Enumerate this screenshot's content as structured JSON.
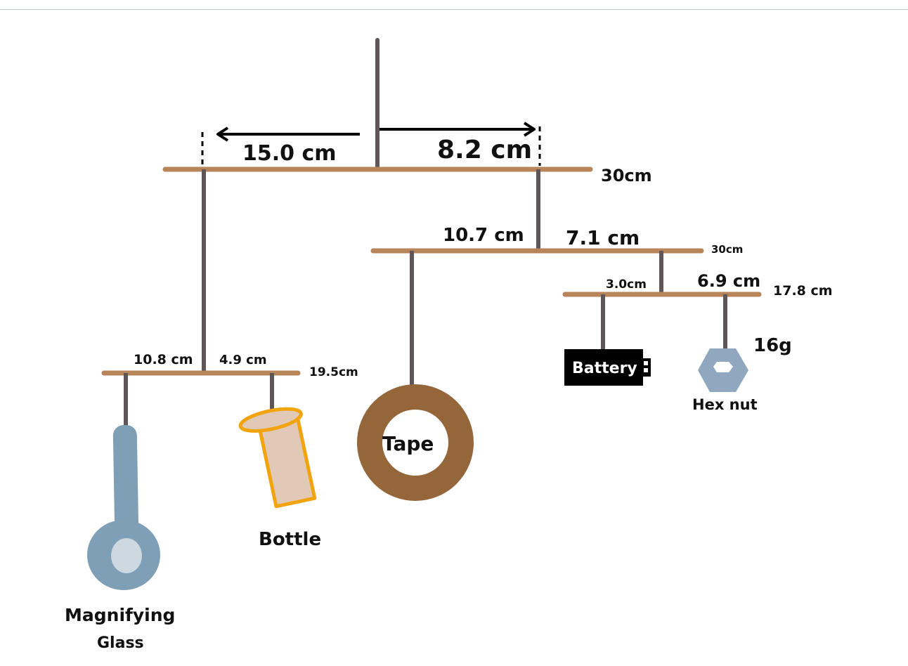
{
  "colors": {
    "rod": "#b8855a",
    "string": "#5e5558",
    "tape": "#95663a",
    "magnifier": "#7f9fb6",
    "magnifier_lens": "#cdd8e0",
    "bottle_body": "#e0c9b6",
    "bottle_outline": "#f2a40f",
    "battery": "#000000",
    "hex_nut": "#8fa8bf"
  },
  "labels": {
    "top_left_distance": "15.0 cm",
    "top_right_distance": "8.2 cm",
    "top_rod_length": "30cm",
    "mid_left_distance": "10.7 cm",
    "mid_right_distance": "7.1 cm",
    "mid_rod_length": "30cm",
    "small_left_distance": "3.0cm",
    "small_right_distance": "6.9 cm",
    "small_rod_length": "17.8 cm",
    "left_left_distance": "10.8 cm",
    "left_right_distance": "4.9 cm",
    "left_rod_length": "19.5cm",
    "hex_mass": "16g"
  },
  "objects": {
    "magnifier_line1": "Magnifying",
    "magnifier_line2": "Glass",
    "bottle": "Bottle",
    "tape": "Tape",
    "battery": "Battery",
    "hex_nut": "Hex nut"
  }
}
